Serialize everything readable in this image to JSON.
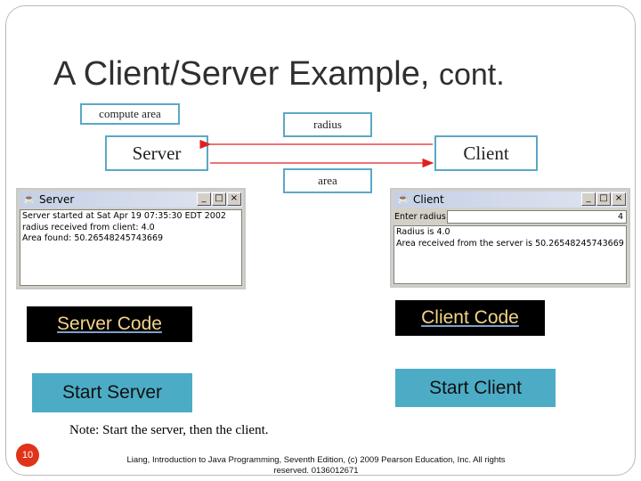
{
  "slide": {
    "title": "A Client/Server Example,",
    "title_suffix": "cont.",
    "page_number": "10",
    "note": "Note: Start the server, then the client.",
    "footer": "Liang, Introduction to Java Programming, Seventh Edition, (c) 2009 Pearson Education, Inc. All rights reserved. 0136012671"
  },
  "diagram": {
    "compute_area": "compute area",
    "radius": "radius",
    "server": "Server",
    "client": "Client",
    "area": "area"
  },
  "server_window": {
    "title": "Server",
    "lines": [
      "Server started at Sat Apr 19 07:35:30 EDT 2002",
      "radius received from client: 4.0",
      "Area found: 50.26548245743669"
    ]
  },
  "client_window": {
    "title": "Client",
    "input_label": "Enter radius",
    "input_value": "4",
    "lines": [
      "Radius is 4.0",
      "Area received from the server is 50.26548245743669"
    ]
  },
  "buttons": {
    "server_code": "Server Code",
    "client_code": "Client Code",
    "start_server": "Start Server",
    "start_client": "Start Client"
  },
  "colors": {
    "arrow": "#e02020",
    "box_border": "#5aa8c6",
    "teal_button": "#4cacc6",
    "page_badge": "#e0331a"
  }
}
